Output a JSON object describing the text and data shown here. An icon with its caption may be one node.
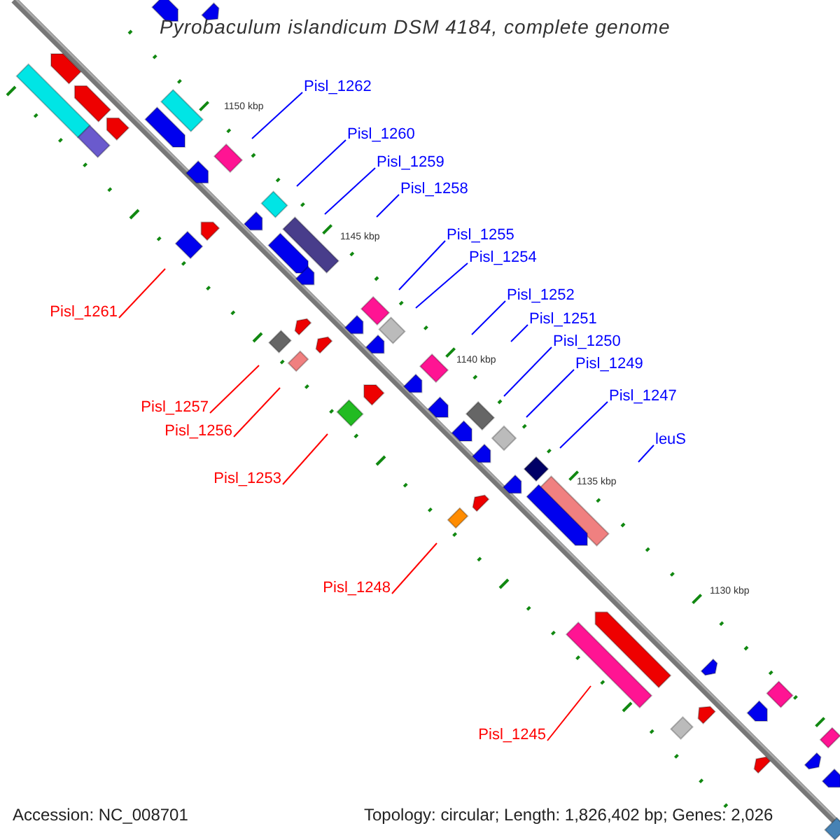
{
  "diagram": {
    "title": "Pyrobaculum islandicum DSM 4184, complete genome",
    "nodes": [
      {
        "text": [
          "Pisl_1262"
        ]
      },
      {
        "text": [
          "Pisl_1260"
        ]
      },
      {
        "text": [
          "Pisl_1259"
        ]
      },
      {
        "text": [
          "Pisl_1258"
        ]
      },
      {
        "text": [
          "Pisl_1255"
        ]
      },
      {
        "text": [
          "Pisl_1254"
        ]
      },
      {
        "text": [
          "Pisl_1252"
        ]
      },
      {
        "text": [
          "Pisl_1261"
        ]
      },
      {
        "text": [
          "Pisl_1251"
        ]
      },
      {
        "text": [
          "Pisl_1250"
        ]
      },
      {
        "text": [
          "Pisl_1249"
        ]
      },
      {
        "text": [
          "Pisl_1247"
        ]
      },
      {
        "text": [
          "Pisl_1257"
        ]
      },
      {
        "text": [
          "Pisl_1256"
        ]
      },
      {
        "text": [
          "leuS"
        ]
      },
      {
        "text": [
          "Pisl_1253"
        ]
      },
      {
        "text": [
          "Pisl_1248"
        ]
      },
      {
        "text": [
          "Pisl_1245"
        ]
      }
    ],
    "edges": [
      {
        "from": 0,
        "to": null,
        "arrow": "none"
      },
      {
        "from": 1,
        "to": null,
        "arrow": "none"
      },
      {
        "from": 2,
        "to": null,
        "arrow": "none"
      },
      {
        "from": 3,
        "to": null,
        "arrow": "none"
      },
      {
        "from": 4,
        "to": null,
        "arrow": "none"
      },
      {
        "from": 5,
        "to": null,
        "arrow": "none"
      },
      {
        "from": 6,
        "to": null,
        "arrow": "none"
      },
      {
        "from": 7,
        "to": null,
        "arrow": "none",
        "color": "#ff0000"
      },
      {
        "from": 8,
        "to": null,
        "arrow": "none"
      },
      {
        "from": 9,
        "to": null,
        "arrow": "none"
      },
      {
        "from": 10,
        "to": null,
        "arrow": "none"
      },
      {
        "from": 11,
        "to": null,
        "arrow": "none"
      },
      {
        "from": 12,
        "to": null,
        "arrow": "none",
        "color": "#ff0000"
      },
      {
        "from": 13,
        "to": null,
        "arrow": "none",
        "color": "#ff0000"
      },
      {
        "from": 14,
        "to": null,
        "arrow": "none"
      },
      {
        "from": 15,
        "to": null,
        "arrow": "none",
        "color": "#ff0000"
      },
      {
        "from": 16,
        "to": null,
        "arrow": "none",
        "color": "#ff0000"
      },
      {
        "from": 17,
        "to": null,
        "arrow": "none",
        "color": "#ff0000"
      }
    ],
    "labels": [
      "1150 kbp",
      "1145 kbp",
      "1140 kbp",
      "1135 kbp",
      "1130 kbp",
      "Accession: NC_008701",
      "Topology: circular; Length: 1,826,402 bp; Genes: 2,026"
    ]
  }
}
